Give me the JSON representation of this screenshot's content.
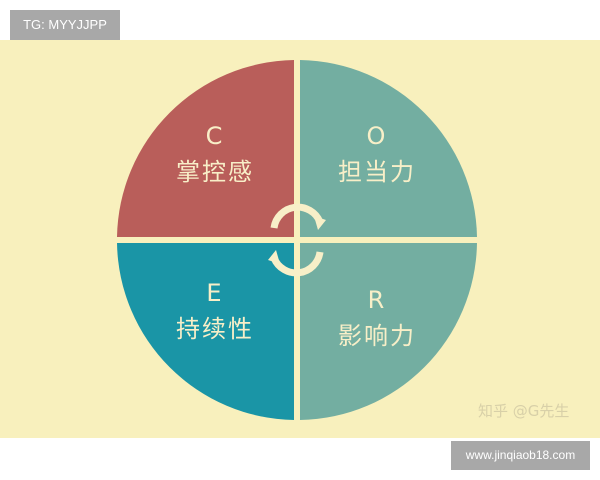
{
  "tag_label": "TG: MYYJJPP",
  "site_label": "www.jinqiaob18.com",
  "credit": "知乎 @G先生",
  "quadrants": [
    {
      "letter": "C",
      "label": "掌控感",
      "color": "#b95e5a"
    },
    {
      "letter": "O",
      "label": "担当力",
      "color": "#73ae a1"
    },
    {
      "letter": "E",
      "label": "持续性",
      "color": "#1a95a6"
    },
    {
      "letter": "R",
      "label": "影响力",
      "color": "#73aea1"
    }
  ],
  "colors": {
    "background": "#f8f0bd",
    "divider": "#f8f0bd"
  }
}
